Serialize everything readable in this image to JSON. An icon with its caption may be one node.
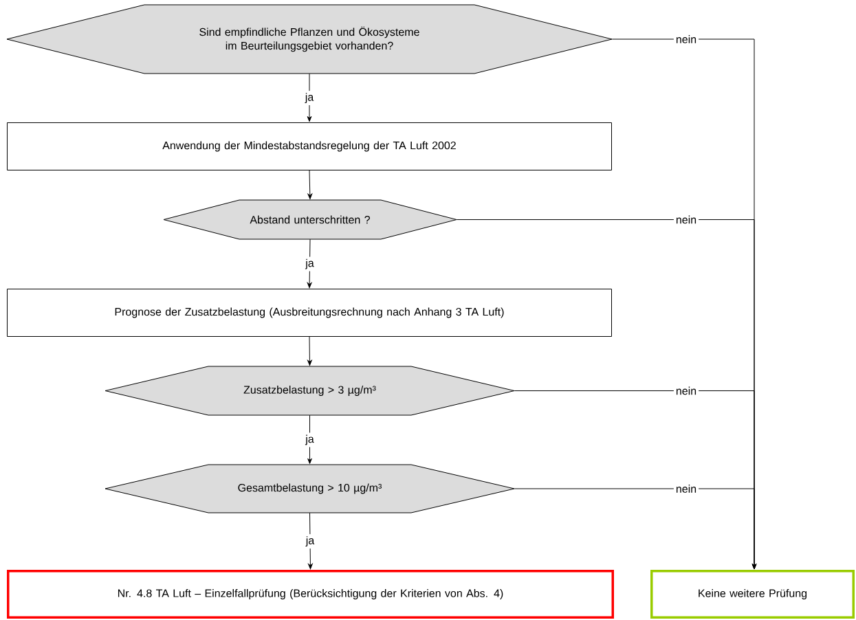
{
  "diagram": {
    "nodes": [
      {
        "text": [
          "Sind empfindliche Pflanzen und Ökosysteme im Beurteilungsgebiet vorhanden?"
        ]
      },
      {
        "text": [
          "Anwendung der Mindestabstandsregelung der TA Luft 2002"
        ]
      },
      {
        "text": [
          "Abstand unterschritten ?"
        ]
      },
      {
        "text": [
          "Prognose der Zusatzbelastung (Ausbreitungsrechnung nach Anhang 3 TA Luft)"
        ]
      },
      {
        "text": [
          "Zusatzbelastung > 3 µg/m³"
        ]
      },
      {
        "text": [
          "Gesamtbelastung > 10 µg/m³"
        ]
      },
      {
        "text": [
          "Nr. 4.8 TA Luft – Einzelfallprüfung (Berücksichtigung der Kriterien von Abs. 4)"
        ]
      },
      {
        "text": [
          "Keine weitere Prüfung"
        ]
      }
    ],
    "edges": [
      {
        "from": 0,
        "to": 1,
        "arrow": "to",
        "label": "ja"
      },
      {
        "from": 1,
        "to": 2,
        "arrow": "to"
      },
      {
        "from": 2,
        "to": 3,
        "arrow": "to",
        "label": "ja"
      },
      {
        "from": 3,
        "to": 4,
        "arrow": "to"
      },
      {
        "from": 4,
        "to": 5,
        "arrow": "to",
        "label": "ja"
      },
      {
        "from": 5,
        "to": 6,
        "arrow": "to",
        "label": "ja"
      },
      {
        "from": 0,
        "to": 7,
        "arrow": "to",
        "label": "nein"
      },
      {
        "from": 2,
        "to": 7,
        "arrow": "to",
        "label": "nein"
      },
      {
        "from": 4,
        "to": 7,
        "arrow": "to",
        "label": "nein"
      },
      {
        "from": 5,
        "to": 7,
        "arrow": "to",
        "label": "nein"
      }
    ]
  }
}
